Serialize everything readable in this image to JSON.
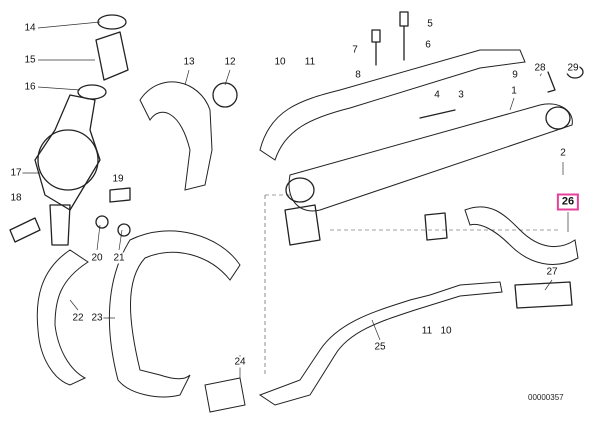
{
  "diagram_code": "00000357",
  "highlight_color": "#e8409a",
  "labels": {
    "l14": "14",
    "l15": "15",
    "l16": "16",
    "l17": "17",
    "l18": "18",
    "l19": "19",
    "l20": "20",
    "l21": "21",
    "l22": "22",
    "l23": "23",
    "l24": "24",
    "l25": "25",
    "l26": "26",
    "l27": "27",
    "l28": "28",
    "l29": "29",
    "l1": "1",
    "l2": "2",
    "l3": "3",
    "l4": "4",
    "l5": "5",
    "l6": "6",
    "l7": "7",
    "l8": "8",
    "l9": "9",
    "l10a": "10",
    "l11a": "11",
    "l12": "12",
    "l13": "13",
    "l11b": "11",
    "l10b": "10"
  }
}
